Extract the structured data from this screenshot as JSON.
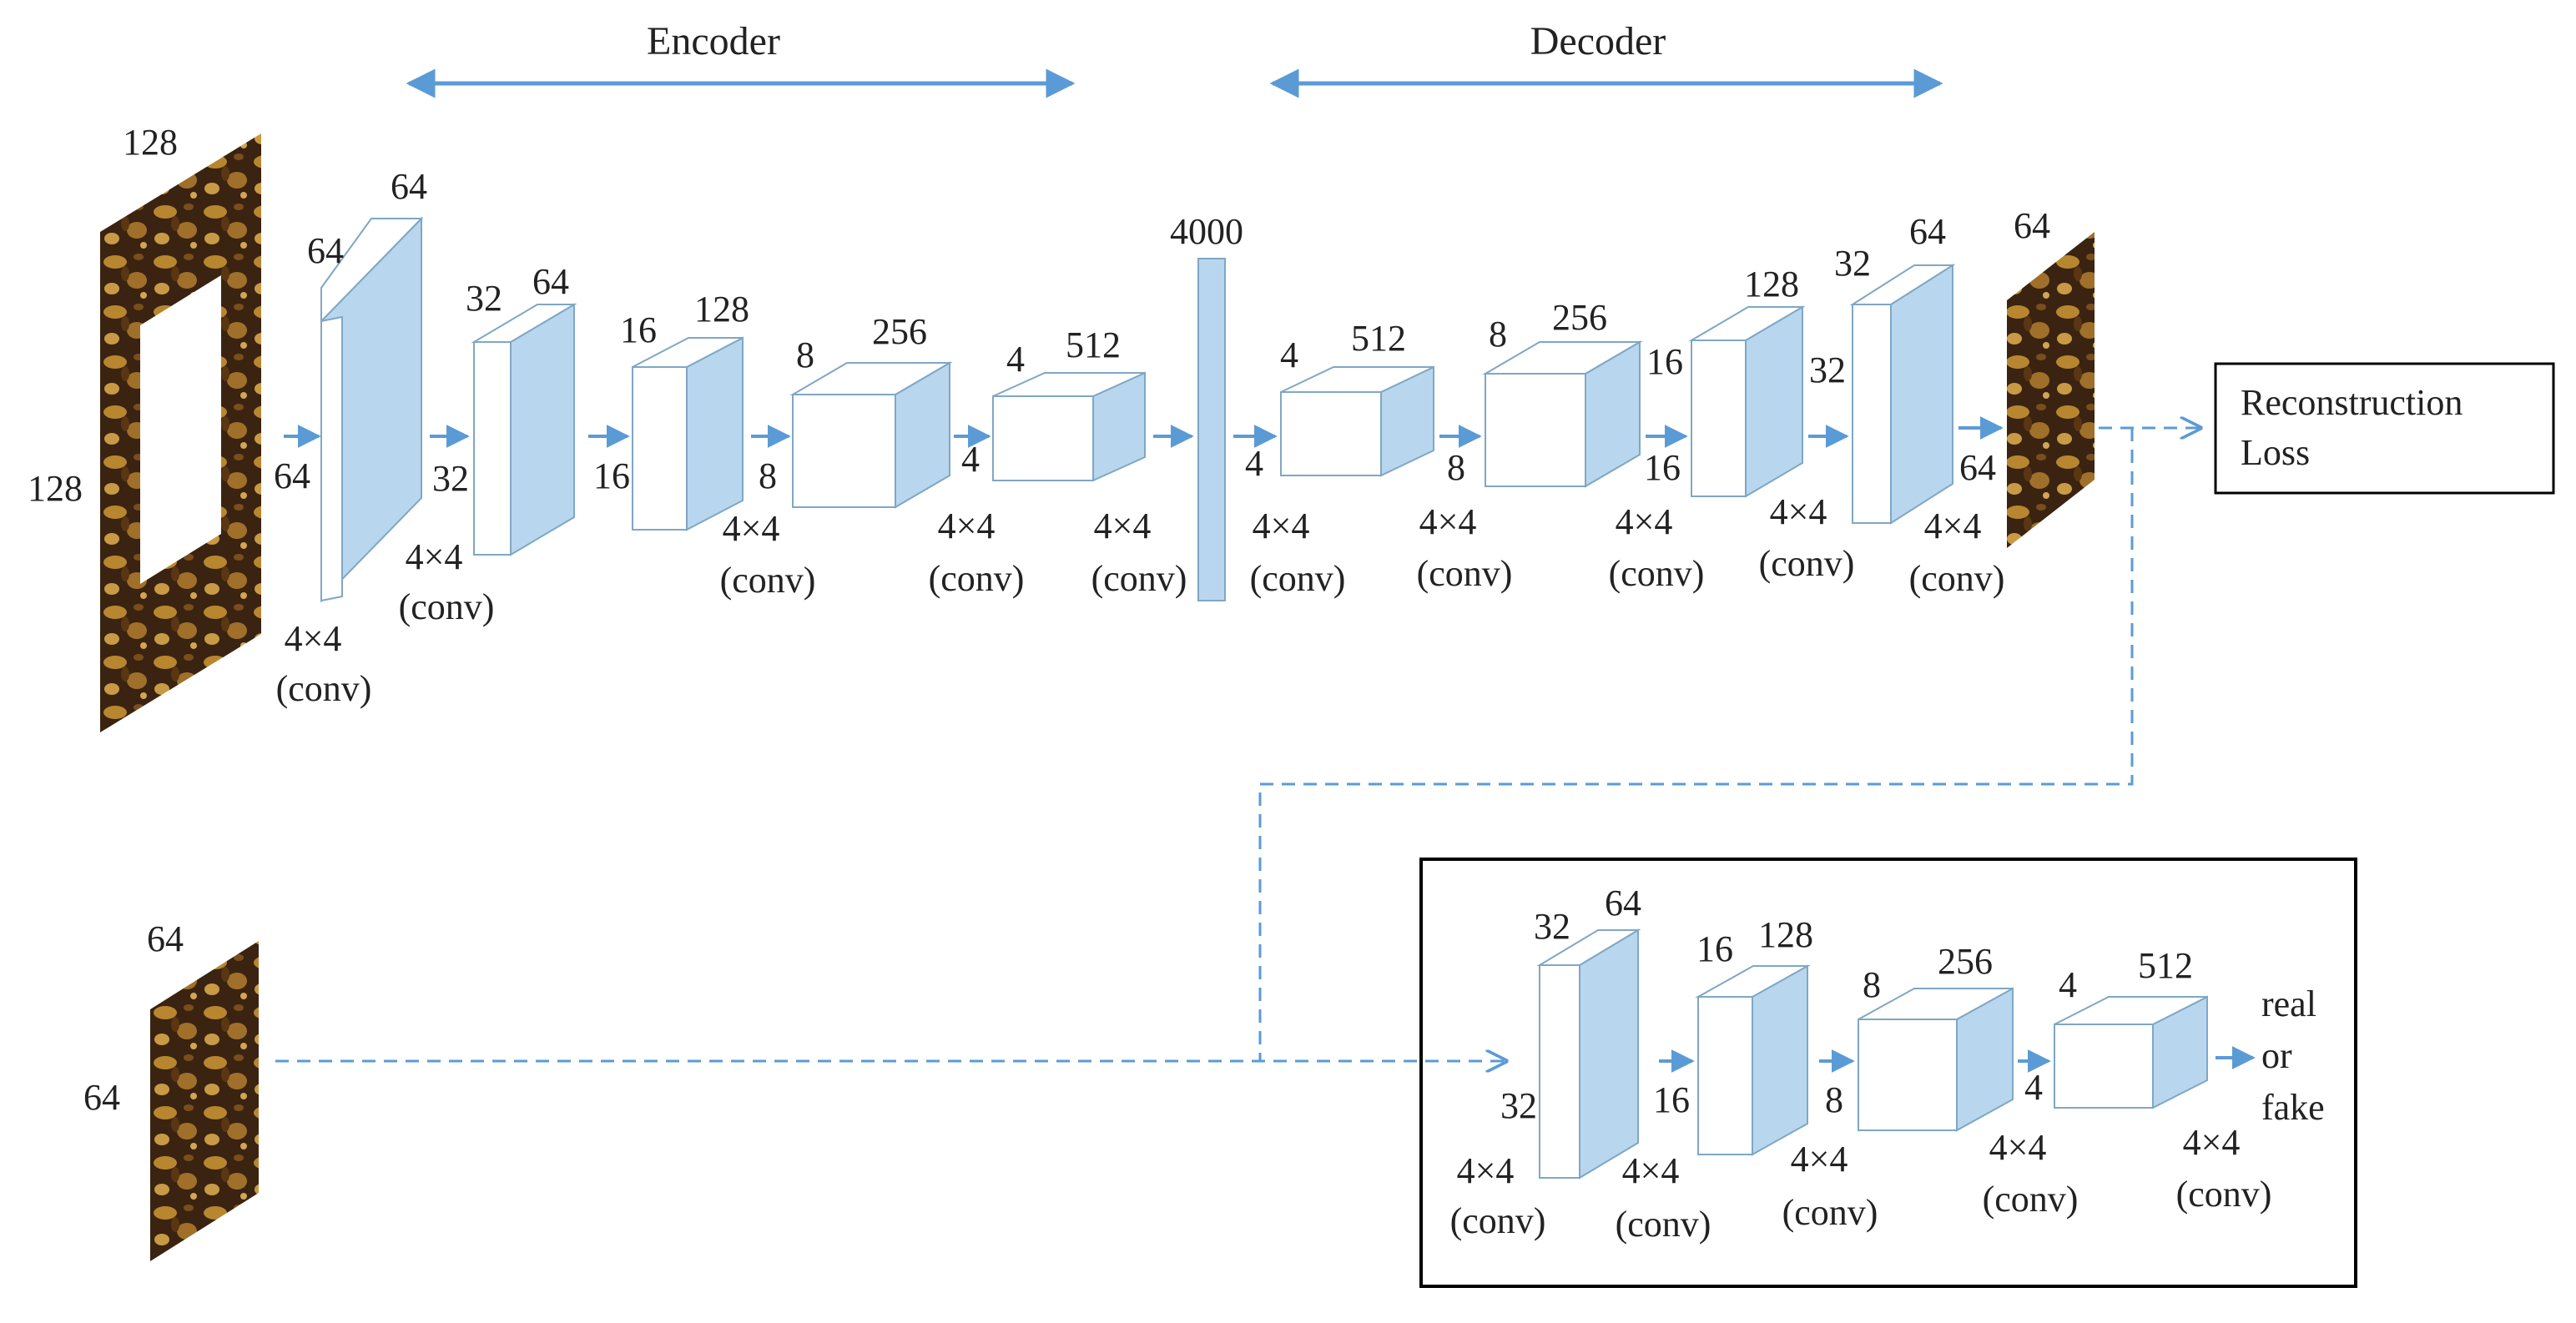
{
  "header": {
    "encoder": "Encoder",
    "decoder": "Decoder"
  },
  "colors": {
    "face": "#ffffff",
    "side": "#b8d7ee",
    "edge": "#7fa7c4",
    "arrow": "#5b9bd5",
    "texture_dark": "#3a2310",
    "texture_light": "#b8862f",
    "frame": "#000000"
  },
  "input_image": {
    "width_label": "128",
    "height_label": "128"
  },
  "enc1": {
    "w": "64",
    "h": "64",
    "d": "64",
    "op": "4×4",
    "type": "(conv)"
  },
  "enc2": {
    "w": "32",
    "h": "32",
    "d": "64",
    "op": "4×4",
    "type": "(conv)"
  },
  "enc3": {
    "w": "16",
    "h": "16",
    "d": "128",
    "op": "4×4",
    "type": "(conv)"
  },
  "enc4": {
    "w": "8",
    "h": "8",
    "d": "256",
    "op": "4×4",
    "type": "(conv)"
  },
  "enc5": {
    "w": "4",
    "h": "4",
    "d": "512",
    "op": "4×4",
    "type": "(conv)"
  },
  "bottleneck": {
    "d": "4000"
  },
  "dec1": {
    "w": "4",
    "h": "4",
    "d": "512",
    "op": "4×4",
    "type": "(conv)"
  },
  "dec2": {
    "w": "8",
    "h": "8",
    "d": "256",
    "op": "4×4",
    "type": "(conv)"
  },
  "dec3": {
    "w": "16",
    "h": "16",
    "d": "128",
    "op": "4×4",
    "type": "(conv)"
  },
  "dec4": {
    "w": "32",
    "h": "32",
    "d": "64",
    "op": "4×4",
    "type": "(conv)"
  },
  "output_image": {
    "top_label": "64",
    "side_label": "64"
  },
  "loss": {
    "line1": "Reconstruction",
    "line2": "Loss"
  },
  "real_patch": {
    "top_label": "64",
    "side_label": "64"
  },
  "disc1": {
    "w": "32",
    "h": "32",
    "d": "64",
    "op": "4×4",
    "type": "(conv)"
  },
  "disc2": {
    "w": "16",
    "h": "16",
    "d": "128",
    "op": "4×4",
    "type": "(conv)"
  },
  "disc3": {
    "w": "8",
    "h": "8",
    "d": "256",
    "op": "4×4",
    "type": "(conv)"
  },
  "disc4": {
    "w": "4",
    "h": "4",
    "d": "512",
    "op": "4×4",
    "type": "(conv)"
  },
  "disc_out": {
    "line1": "real",
    "line2": "or",
    "line3": "fake"
  }
}
